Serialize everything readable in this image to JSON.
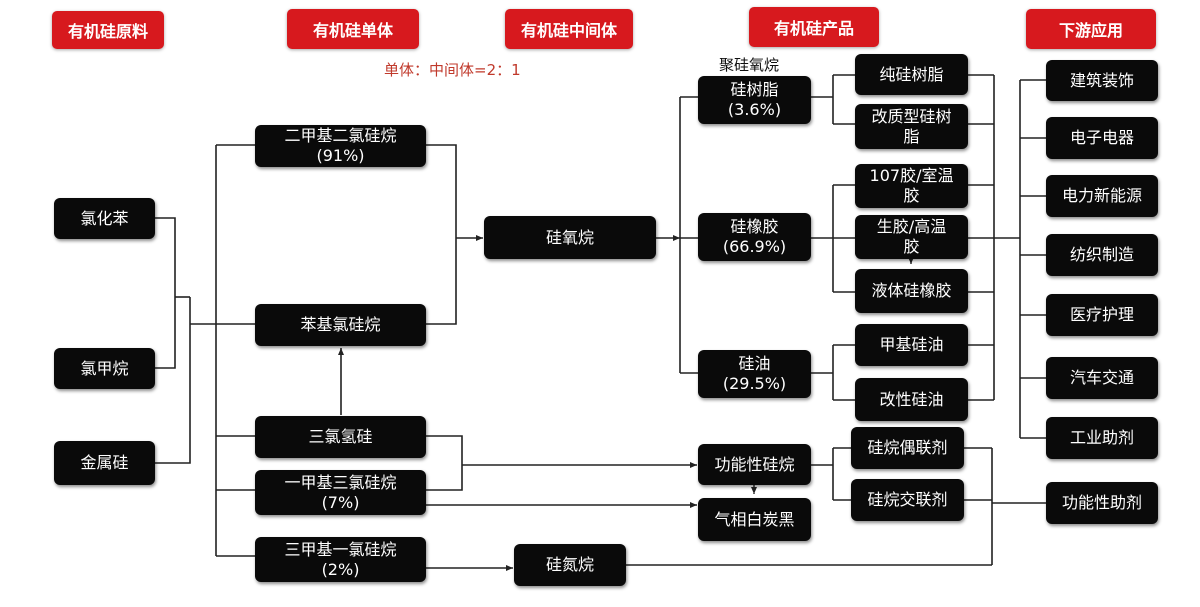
{
  "headers": {
    "raw": "有机硅原料",
    "monomer": "有机硅单体",
    "intermediate": "有机硅中间体",
    "product": "有机硅产品",
    "downstream": "下游应用"
  },
  "notes": {
    "ratio": "单体：中间体=2：1",
    "polysiloxane": "聚硅氧烷"
  },
  "raw": {
    "chlorobenzene": "氯化苯",
    "chloromethane": "氯甲烷",
    "silicon_metal": "金属硅"
  },
  "monomer": {
    "dmc": {
      "name": "二甲基二氯硅烷",
      "pct": "(91%)"
    },
    "phenyl": {
      "name": "苯基氯硅烷"
    },
    "tcs": {
      "name": "三氯氢硅"
    },
    "mtcs": {
      "name": "一甲基三氯硅烷",
      "pct": "(7%)"
    },
    "tmcs": {
      "name": "三甲基一氯硅烷",
      "pct": "(2%)"
    }
  },
  "intermediate": {
    "siloxane": "硅氧烷",
    "silazane": "硅氮烷"
  },
  "product": {
    "resin": {
      "name": "硅树脂",
      "pct": "(3.6%)"
    },
    "rubber": {
      "name": "硅橡胶",
      "pct": "(66.9%)"
    },
    "oil": {
      "name": "硅油",
      "pct": "(29.5%)"
    },
    "functional_silane": "功能性硅烷",
    "fumed_silica": "气相白炭黑"
  },
  "subproduct": {
    "pure_resin": "纯硅树脂",
    "modified_resin": [
      "改质型硅树",
      "脂"
    ],
    "rtv": [
      "107胶/室温",
      "胶"
    ],
    "htv": [
      "生胶/高温",
      "胶"
    ],
    "liquid_rubber": "液体硅橡胶",
    "methyl_oil": "甲基硅油",
    "modified_oil": "改性硅油",
    "coupling_agent": "硅烷偶联剂",
    "crosslinker": "硅烷交联剂"
  },
  "downstream": {
    "items": [
      "建筑装饰",
      "电子电器",
      "电力新能源",
      "纺织制造",
      "医疗护理",
      "汽车交通",
      "工业助剂"
    ],
    "functional_aid": "功能性助剂"
  },
  "colors": {
    "header_red": "#d7191e",
    "node_black": "#0a0a0a",
    "note_red": "#c0392b",
    "line": "#222222"
  }
}
